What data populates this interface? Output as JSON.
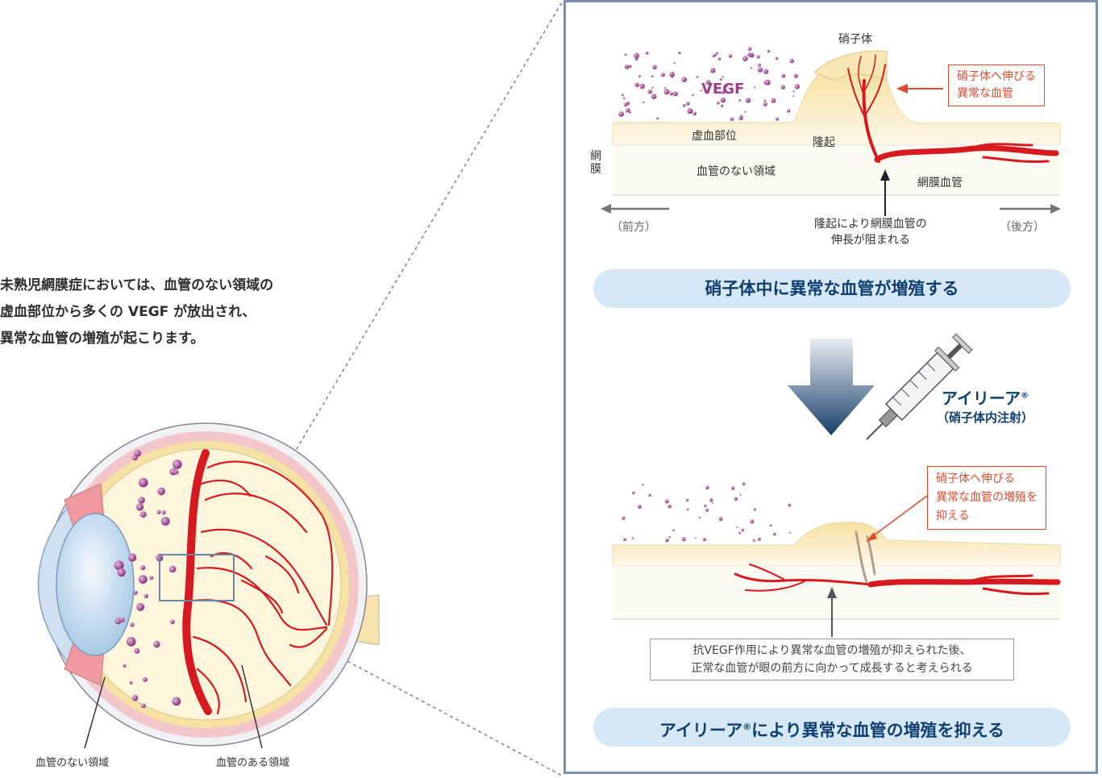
{
  "intro": {
    "line1": "未熟児網膜症においては、血管のない領域の",
    "line2": "虚血部位から多くの VEGF が放出され、",
    "line3": "異常な血管の増殖が起こります。"
  },
  "eye": {
    "label_avascular": "血管のない領域",
    "label_vascular": "血管のある領域"
  },
  "top_diagram": {
    "vitreous": "硝子体",
    "vegf": "VEGF",
    "ischemic": "虚血部位",
    "ridge": "隆起",
    "retina": "網膜",
    "avascular": "血管のない領域",
    "retinal_vessel": "網膜血管",
    "front": "（前方）",
    "back": "（後方）",
    "ridge_note_1": "隆起により網膜血管の",
    "ridge_note_2": "伸長が阻まれる",
    "abnormal_1": "硝子体へ伸びる",
    "abnormal_2": "異常な血管"
  },
  "pill_top": "硝子体中に異常な血管が増殖する",
  "drug": {
    "name": "アイリーア",
    "mark": "®",
    "route": "（硝子体内注射）"
  },
  "bottom_diagram": {
    "suppress_1": "硝子体へ伸びる",
    "suppress_2": "異常な血管の増殖を",
    "suppress_3": "抑える",
    "note_1": "抗VEGF作用により異常な血管の増殖が抑えられた後、",
    "note_2": "正常な血管が眼の前方に向かって成長すると考えられる"
  },
  "pill_bottom": {
    "name": "アイリーア",
    "mark": "®",
    "rest": "により異常な血管の増殖を抑える"
  },
  "colors": {
    "vessel": "#d71920",
    "vegf": "#9a3d8c",
    "panel_border": "#7b90ac",
    "pill_bg": "#d6e8f5",
    "pill_text": "#0f3f70",
    "callout": "#e24a2c"
  }
}
